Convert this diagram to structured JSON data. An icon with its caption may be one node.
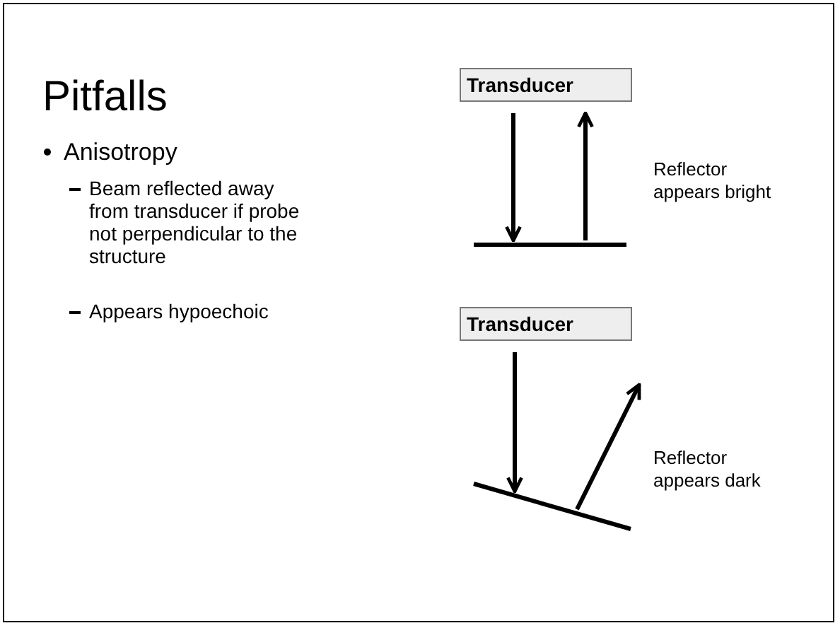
{
  "diagram": {
    "title": "Pitfalls",
    "nodes": [
      {
        "text": [
          "Transducer"
        ]
      },
      {
        "text": [],
        "shape": "bar",
        "beside": [
          "Reflector appears bright"
        ]
      },
      {
        "text": [
          "Transducer"
        ]
      },
      {
        "text": [],
        "shape": "bar",
        "beside": [
          "Reflector appears dark"
        ]
      }
    ],
    "edges": [
      {
        "from": 0,
        "to": 1,
        "arrow": "to"
      },
      {
        "from": 1,
        "to": 0,
        "arrow": "to"
      },
      {
        "from": 2,
        "to": 3,
        "arrow": "to"
      },
      {
        "from": 3,
        "to": null,
        "arrow": "to"
      }
    ],
    "labels": [
      "Anisotropy",
      "Beam reflected away from transducer if probe not perpendicular to the structure",
      "Appears hypoechoic"
    ]
  }
}
